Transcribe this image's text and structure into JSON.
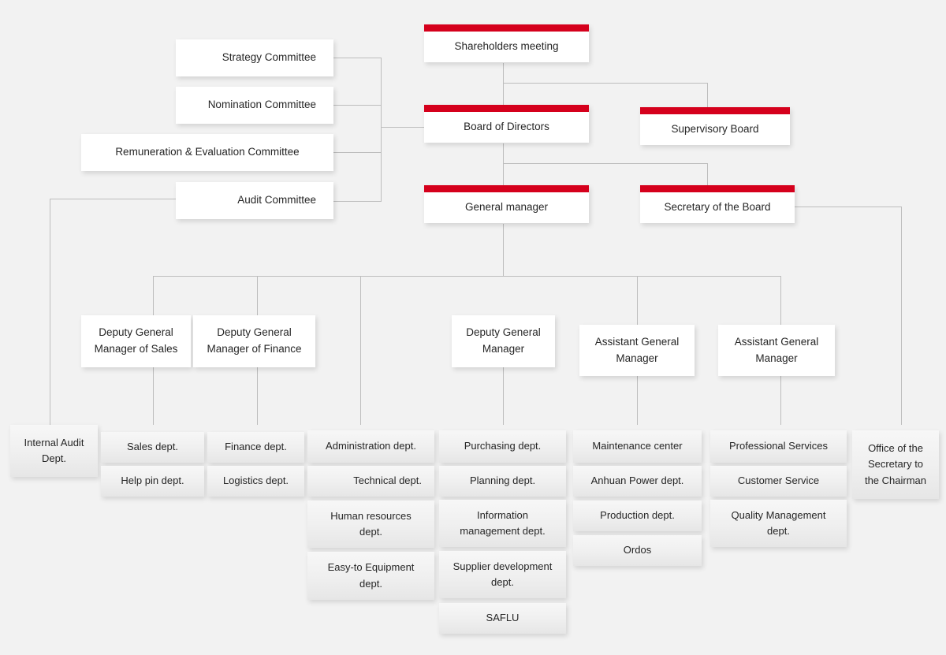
{
  "diagram": {
    "title": "Corporate Governance Organizational Chart",
    "type": "org-chart",
    "colors": {
      "background": "#f2f2f2",
      "accent_red": "#d5001c",
      "node_white": "#ffffff",
      "node_gray": "#efefef",
      "connector": "#bdbdbd",
      "text": "#262626"
    }
  },
  "governance": {
    "shareholders_meeting": "Shareholders meeting",
    "board_of_directors": "Board of Directors",
    "supervisory_board": "Supervisory Board",
    "general_manager": "General manager",
    "secretary_of_the_board": "Secretary of the Board"
  },
  "committees": [
    {
      "label": "Strategy Committee"
    },
    {
      "label": "Nomination Committee"
    },
    {
      "label": "Remuneration & Evaluation Committee"
    },
    {
      "label": "Audit Committee"
    }
  ],
  "managers": [
    {
      "label": "Deputy General Manager of Sales"
    },
    {
      "label": "Deputy General Manager of Finance"
    },
    {
      "label": "Deputy General Manager"
    },
    {
      "label": "Assistant General Manager"
    },
    {
      "label": "Assistant General Manager"
    }
  ],
  "departments": {
    "columns": [
      {
        "name": "internal-audit",
        "items": [
          "Internal Audit Dept."
        ]
      },
      {
        "name": "sales",
        "items": [
          "Sales dept.",
          "Help pin dept."
        ]
      },
      {
        "name": "finance",
        "items": [
          "Finance dept.",
          "Logistics dept."
        ]
      },
      {
        "name": "administration",
        "items": [
          "Administration dept.",
          "Technical dept.",
          "Human resources dept.",
          "Easy-to Equipment dept."
        ]
      },
      {
        "name": "purchasing",
        "items": [
          "Purchasing dept.",
          "Planning dept.",
          "Information management dept.",
          "Supplier development dept.",
          "SAFLU"
        ]
      },
      {
        "name": "maintenance",
        "items": [
          "Maintenance center",
          "Anhuan Power dept.",
          "Production dept.",
          "Ordos"
        ]
      },
      {
        "name": "professional-services",
        "items": [
          "Professional Services",
          "Customer Service",
          "Quality Management dept."
        ]
      },
      {
        "name": "chairman-office",
        "items": [
          "Office of the Secretary to the Chairman"
        ]
      }
    ]
  }
}
